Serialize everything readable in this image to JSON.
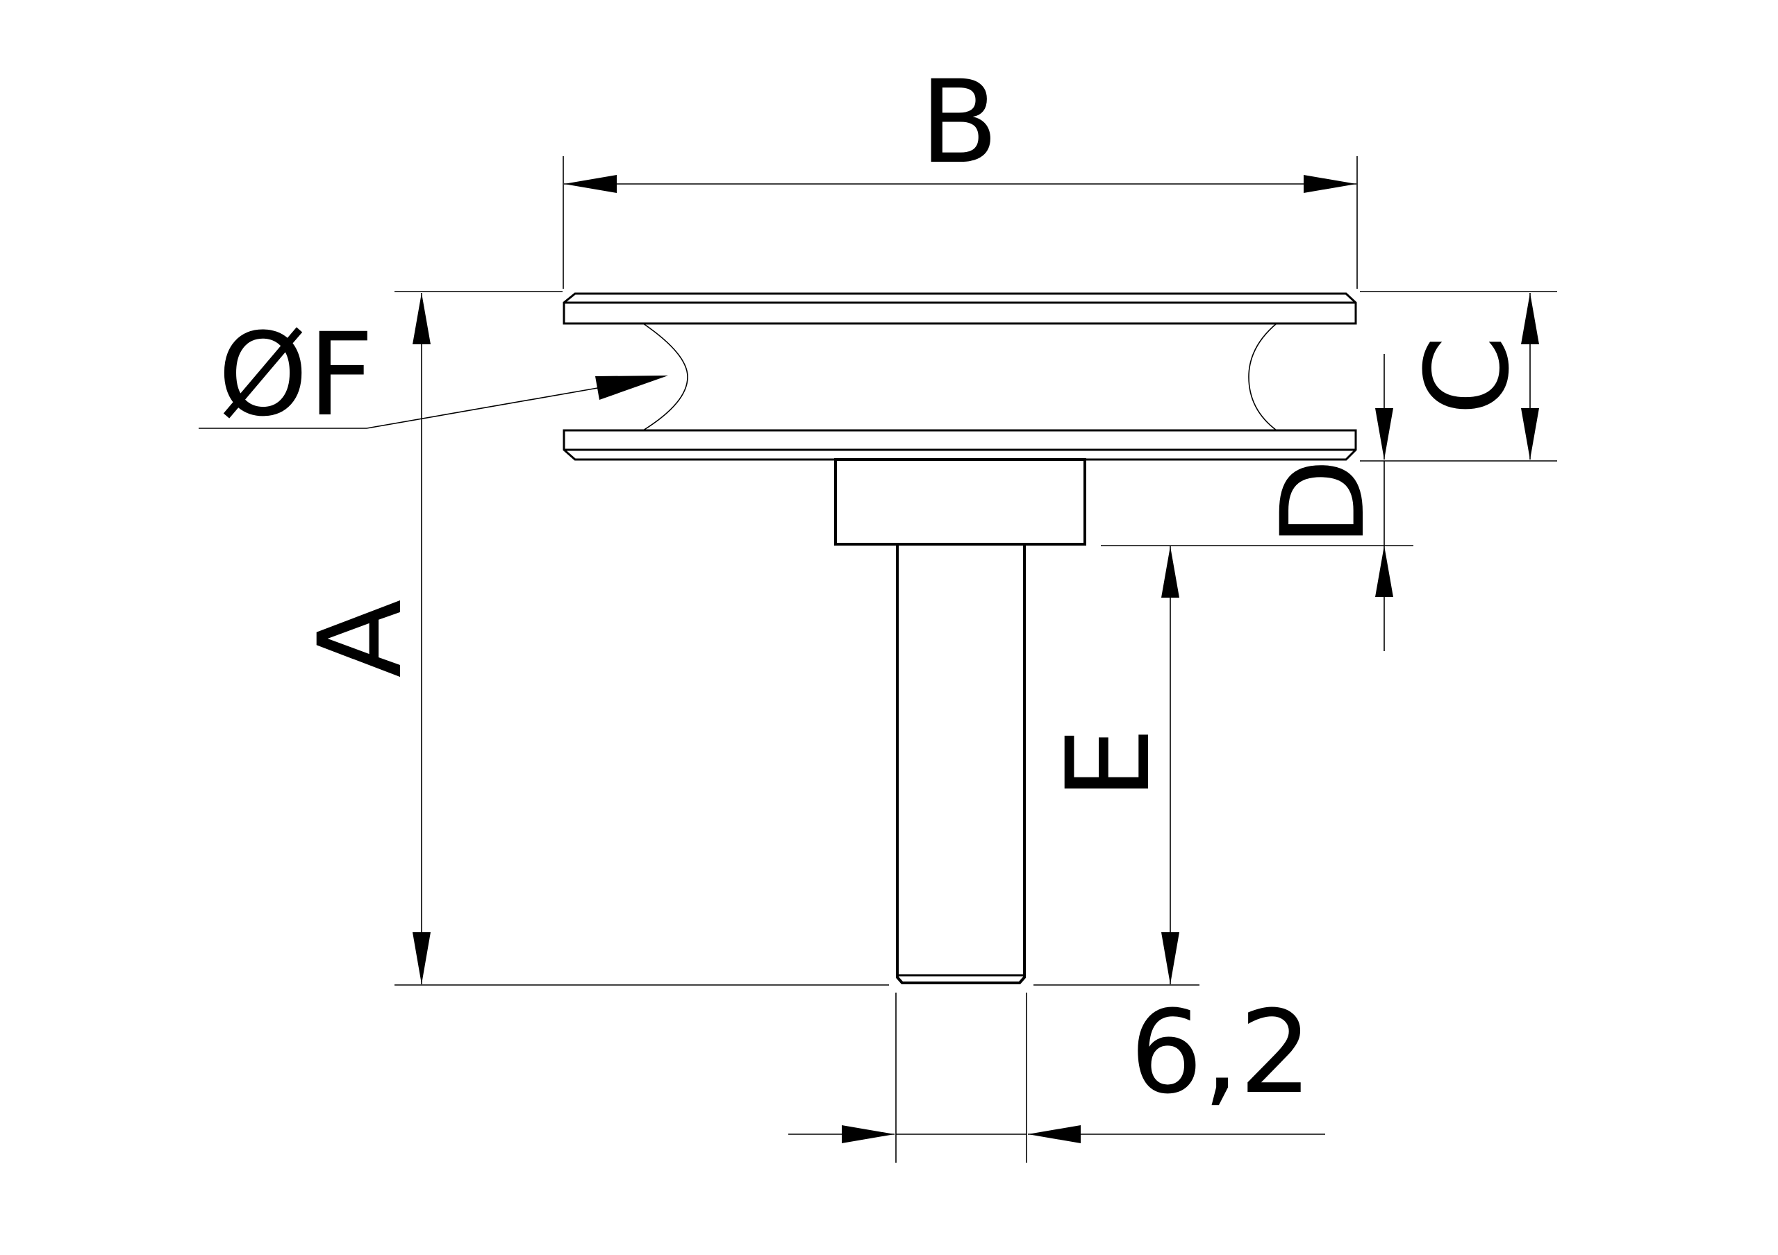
{
  "labels": {
    "A": "A",
    "B": "B",
    "C": "C",
    "D": "D",
    "E": "E",
    "F": "ØF",
    "width": "6,2"
  },
  "colors": {
    "line": "#000000",
    "background": "#ffffff"
  }
}
